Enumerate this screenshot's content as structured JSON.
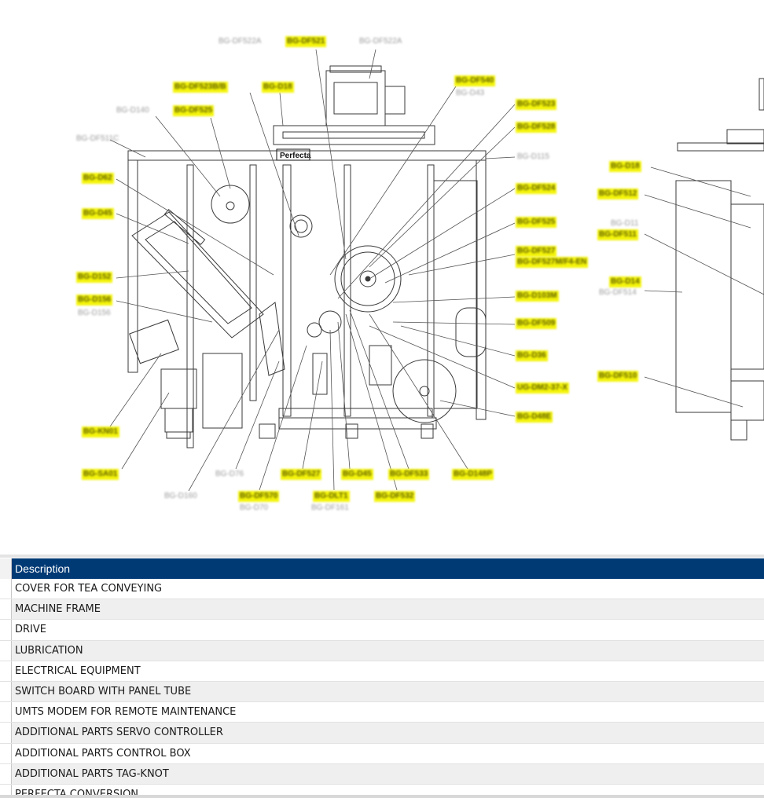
{
  "drawing": {
    "callouts": [
      {
        "label": "BG-DF522A",
        "hl": false
      },
      {
        "label": "BG-DF521",
        "hl": true
      },
      {
        "label": "BG-DF522A",
        "hl": false
      },
      {
        "label": "BG-DF523B/B",
        "hl": true
      },
      {
        "label": "BG-D18",
        "hl": true
      },
      {
        "label": "BG-D140",
        "hl": false
      },
      {
        "label": "BG-DF525",
        "hl": true
      },
      {
        "label": "BG-DF511C",
        "hl": false
      },
      {
        "label": "BG-D62",
        "hl": true
      },
      {
        "label": "BG-D45",
        "hl": true
      },
      {
        "label": "BG-D152",
        "hl": true
      },
      {
        "label": "BG-D156",
        "hl": true
      },
      {
        "label": "BG-D156",
        "hl": false
      },
      {
        "label": "BG-KN01",
        "hl": true
      },
      {
        "label": "BG-SA01",
        "hl": true
      },
      {
        "label": "BG-D76",
        "hl": false
      },
      {
        "label": "BG-D160",
        "hl": false
      },
      {
        "label": "BG-DF570",
        "hl": true
      },
      {
        "label": "BG-D70",
        "hl": false
      },
      {
        "label": "BG-DF527",
        "hl": true
      },
      {
        "label": "BG-DLT1",
        "hl": true
      },
      {
        "label": "BG-DF161",
        "hl": false
      },
      {
        "label": "BG-D45",
        "hl": true
      },
      {
        "label": "BG-DF532",
        "hl": true
      },
      {
        "label": "BG-DF533",
        "hl": true
      },
      {
        "label": "BG-D148P",
        "hl": true
      },
      {
        "label": "BG-DF540",
        "hl": true
      },
      {
        "label": "BG-D43",
        "hl": false
      },
      {
        "label": "BG-DF523",
        "hl": true
      },
      {
        "label": "BG-DF528",
        "hl": true
      },
      {
        "label": "BG-D115",
        "hl": false
      },
      {
        "label": "BG-DF524",
        "hl": true
      },
      {
        "label": "BG-DF525",
        "hl": true
      },
      {
        "label": "BG-DF527",
        "hl": true
      },
      {
        "label": "BG-DF527M/F4-EN",
        "hl": true
      },
      {
        "label": "BG-D103M",
        "hl": true
      },
      {
        "label": "BG-DF509",
        "hl": true
      },
      {
        "label": "BG-D36",
        "hl": true
      },
      {
        "label": "UG-DM2-37-X",
        "hl": true
      },
      {
        "label": "BG-D48E",
        "hl": true
      },
      {
        "label": "BG-D18",
        "hl": true
      },
      {
        "label": "BG-DF512",
        "hl": true
      },
      {
        "label": "BG-D11",
        "hl": false
      },
      {
        "label": "BG-DF511",
        "hl": true
      },
      {
        "label": "BG-D14",
        "hl": true
      },
      {
        "label": "BG-DF514",
        "hl": false
      },
      {
        "label": "BG-DF510",
        "hl": true
      }
    ],
    "brand_plate": "Perfecta"
  },
  "table": {
    "header": "Description",
    "rows": [
      "COVER FOR TEA CONVEYING",
      "MACHINE FRAME",
      "DRIVE",
      "LUBRICATION",
      "ELECTRICAL EQUIPMENT",
      "SWITCH BOARD WITH PANEL TUBE",
      "UMTS MODEM FOR REMOTE MAINTENANCE",
      "ADDITIONAL PARTS SERVO CONTROLLER",
      "ADDITIONAL PARTS CONTROL BOX",
      "ADDITIONAL PARTS TAG-KNOT",
      "PERFECTA CONVERSION"
    ]
  },
  "colors": {
    "header_bg": "#003a75",
    "highlight": "#f4f40a"
  }
}
